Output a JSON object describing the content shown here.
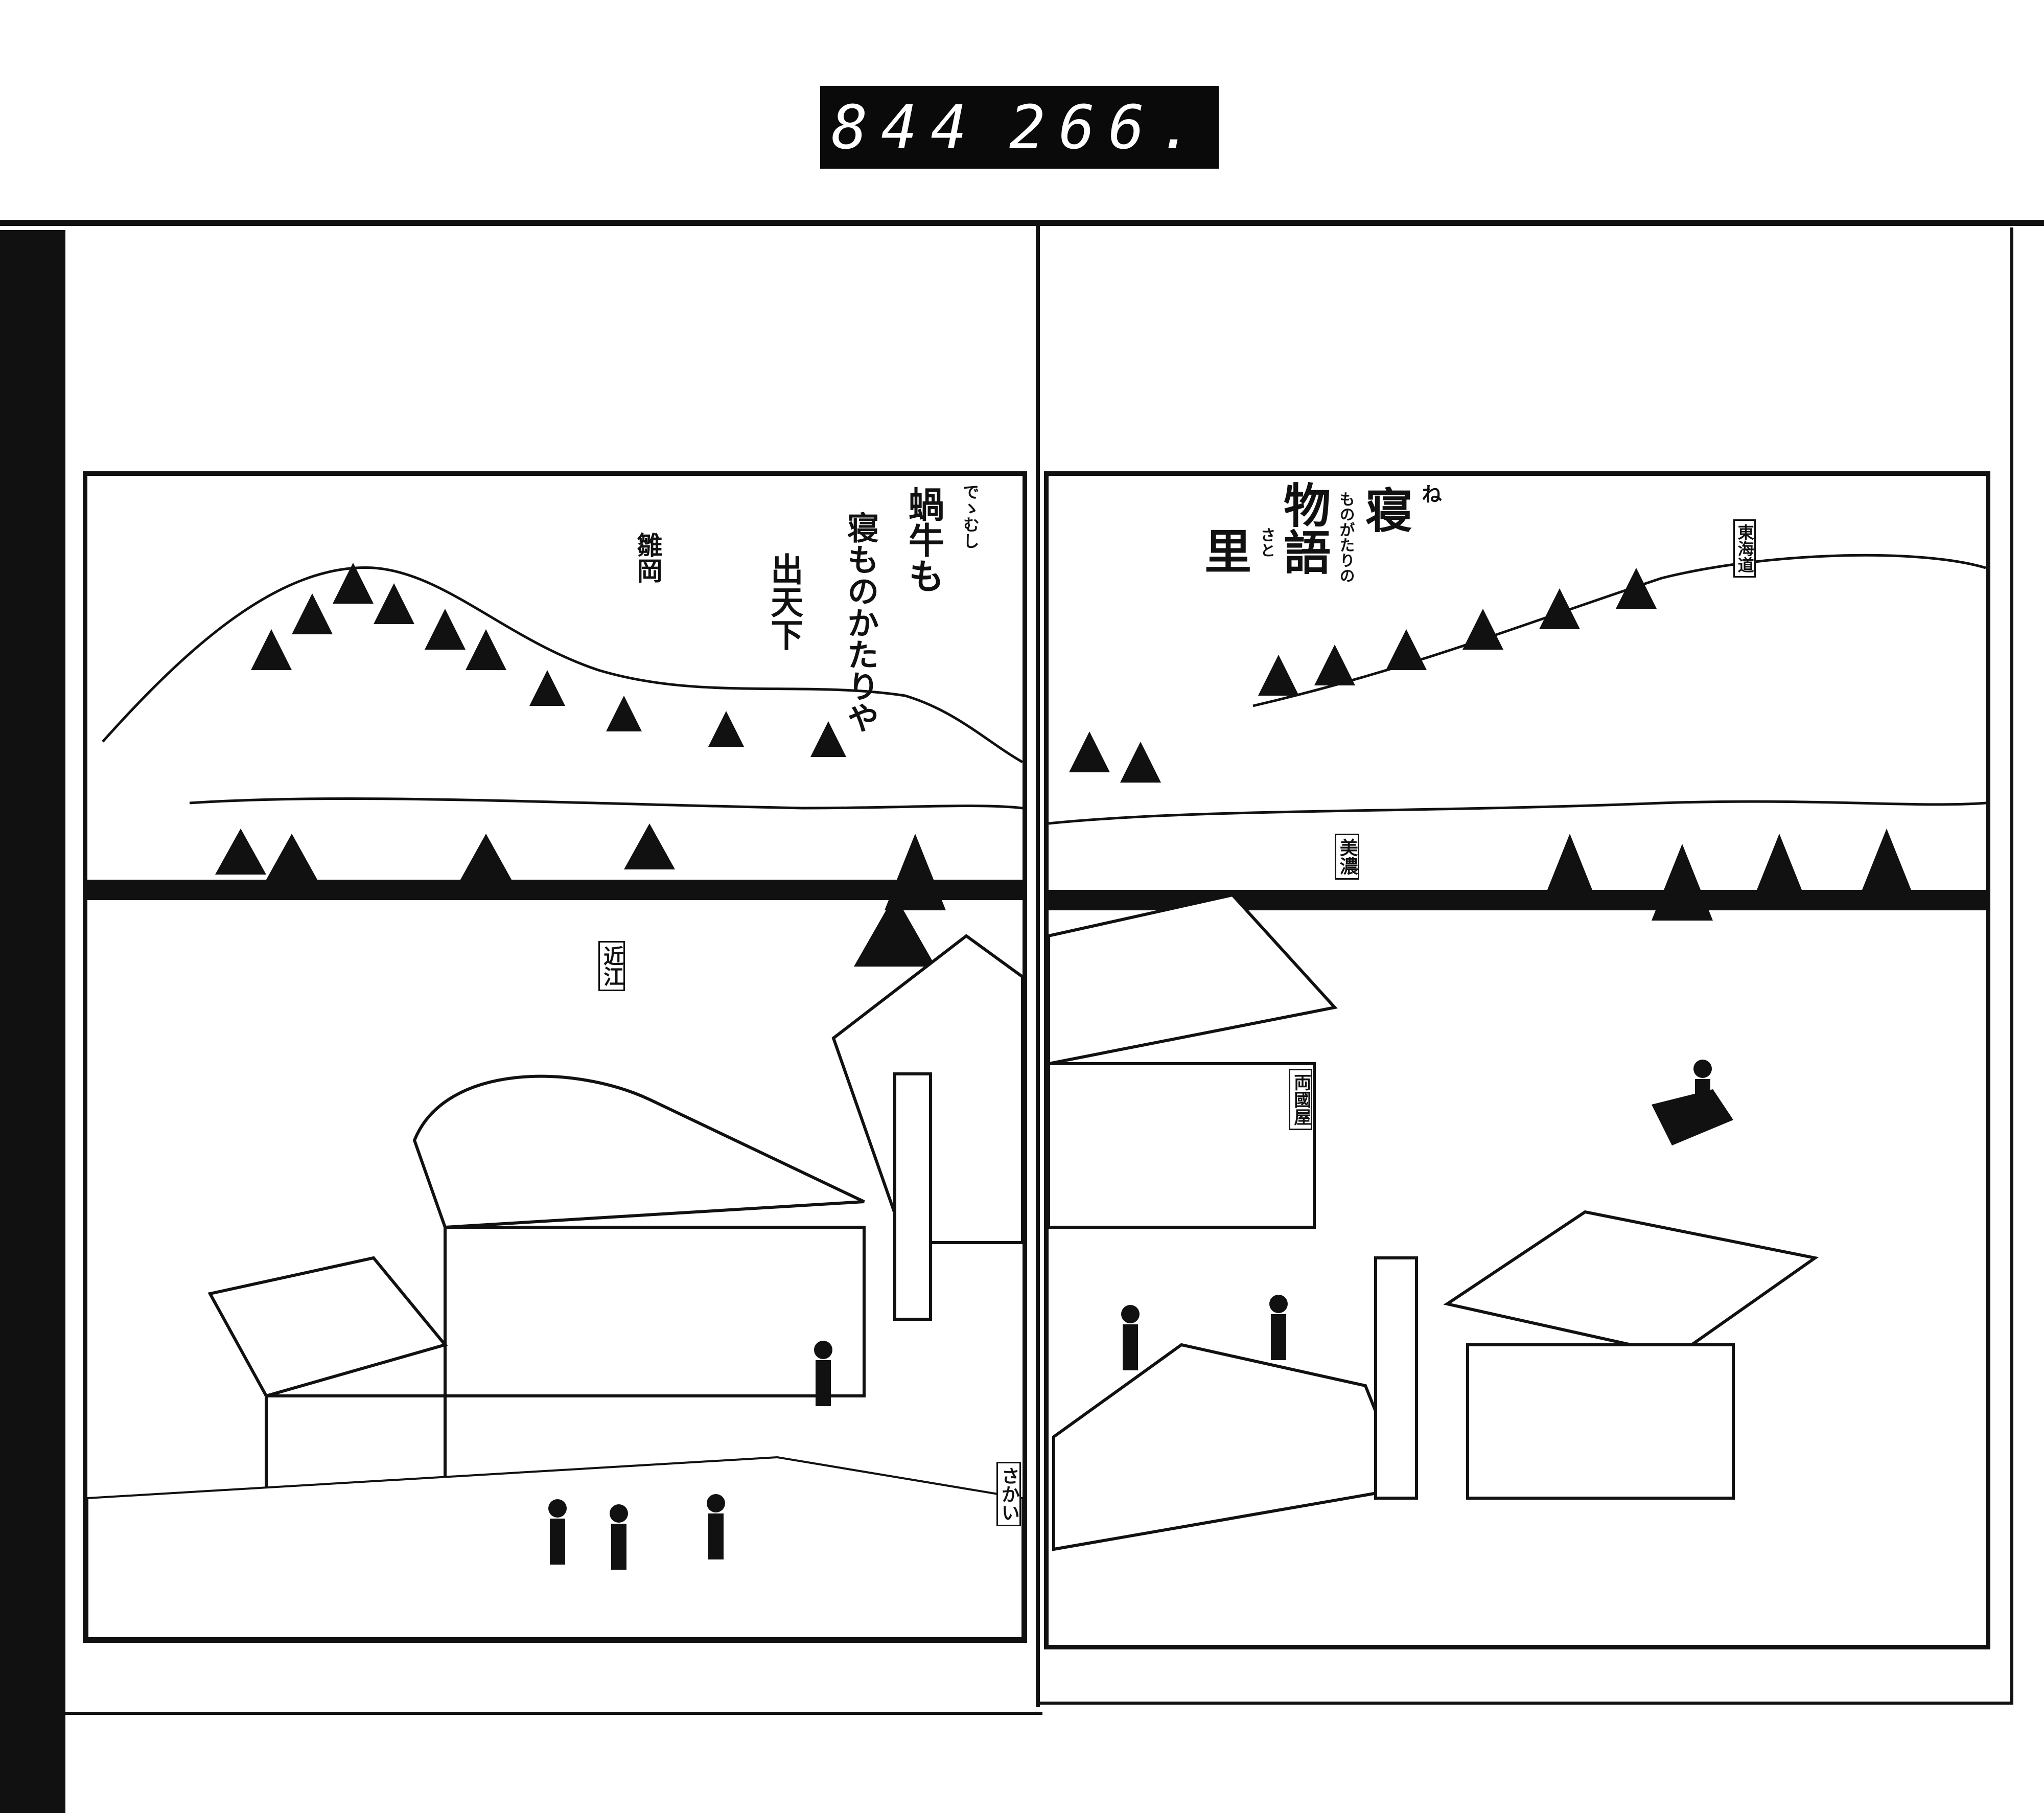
{
  "reel_label": {
    "left": "844",
    "right": "266."
  },
  "left_page": {
    "poem_columns": [
      "蝸牛も",
      "寝ものかたりや",
      "出天下"
    ],
    "poem_ruby": "でゝむし",
    "signature": "雛岡",
    "sign_omi": "近江"
  },
  "right_page": {
    "title_main": "寝",
    "title_line2": "物語",
    "title_line3": "里",
    "ruby_ne": "ね",
    "ruby_monogatari": "ものがたりの",
    "ruby_sato": "さと",
    "sign_mino": "美濃",
    "sign_tokaido": "東海道",
    "shop_sign": "両國屋",
    "boundary_post": "さかい"
  }
}
